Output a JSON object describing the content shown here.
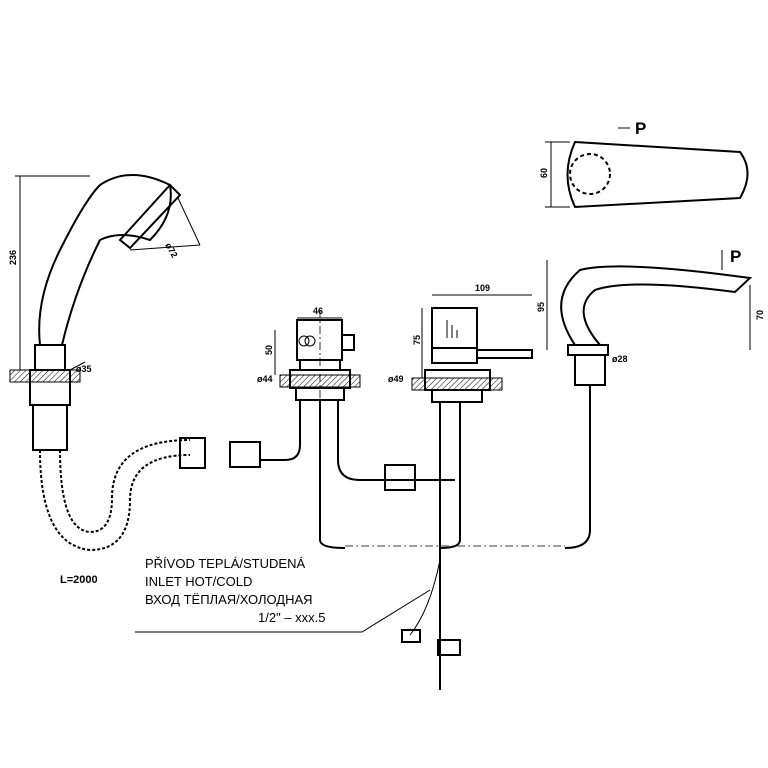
{
  "labels": {
    "p_top": "P",
    "p_spout": "P",
    "dim_60": "60",
    "dim_236": "236",
    "dim_72": "ø72",
    "dim_35": "ø35",
    "dim_46": "46",
    "dim_50": "50",
    "dim_44": "ø44",
    "dim_109": "109",
    "dim_75": "75",
    "dim_49": "ø49",
    "dim_95": "95",
    "dim_70": "70",
    "dim_28": "ø28",
    "hose_length": "L=2000"
  },
  "notes": {
    "line1": "PŘÍVOD TEPLÁ/STUDENÁ",
    "line2": "INLET HOT/COLD",
    "line3": "ВХОД ТЁПЛАЯ/ХОЛОДНАЯ",
    "line4": "1/2\"  –  xxx.5"
  }
}
